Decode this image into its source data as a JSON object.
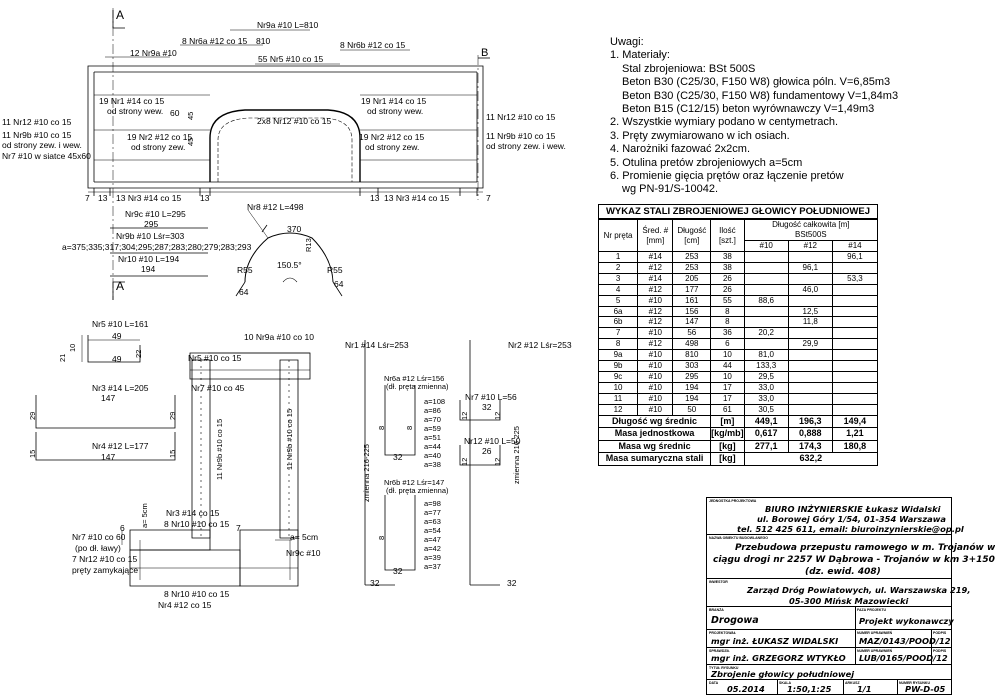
{
  "drawing": {
    "section_mark": "A",
    "labels": {
      "l12nr9a": "12 Nr9a #10",
      "l8nr6a": "8 Nr6a #12 co 15",
      "nr9a_len": "Nr9a #10 L=810",
      "n810": "810",
      "l55nr5": "55 Nr5 #10 co 15",
      "l8nr6b": "8 Nr6b #12 co 15",
      "b_mark": "B",
      "left_19nr1": "19 Nr1 #14 co 15",
      "left_19nr1_sub": "od strony wew.",
      "left_19nr2": "19 Nr2 #12 co 15",
      "left_19nr2_sub": "od strony zew.",
      "n60": "60",
      "n45a": "45",
      "n45b": "45",
      "center_2x8": "2x8 Nr12 #10 co 15",
      "right_19nr1": "19 Nr1 #14 co 15",
      "right_19nr1_sub": "od strony wew.",
      "right_19nr2": "19 Nr2 #12 co 15",
      "right_19nr2_sub": "od strony zew.",
      "l11nr12": "11 Nr12 #10 co 15",
      "l11nr9b": "11 Nr9b #10 co 15",
      "l11nr9b_sub": "od strony zew. i wew.",
      "l7nr7": "Nr7 #10 w siatce 45x60",
      "r11nr12": "11 Nr12 #10 co 15",
      "r11nr9b": "11 Nr9b #10 co 15",
      "r11nr9b_sub": "od strony zew. i wew.",
      "n7a": "7",
      "n13a": "13",
      "l13nr3": "13 Nr3 #14 co 15",
      "n13b": "13",
      "n13c": "13",
      "r13nr3": "13 Nr3 #14 co 15",
      "n7b": "7",
      "nr9c": "Nr9c #10 L=295",
      "n295": "295",
      "nr9b": "Nr9b #10 Lśr=303",
      "a_list": "a=375;335;317;304;295;287;283;280;279;283;293",
      "nr10": "Nr10 #10 L=194",
      "n194": "194",
      "nr8": "Nr8 #12 L=498",
      "n370": "370",
      "r13": "R13",
      "r55a": "R55",
      "n150": "150.5°",
      "r55b": "R55",
      "n64a": "64",
      "n64b": "64",
      "nr5": "Nr5 #10 L=161",
      "n49a": "49",
      "n10": "10",
      "n21": "21",
      "n22": "22",
      "n49b": "49",
      "nr5co15": "Nr5 #10 co 15",
      "l10nr9a": "10 Nr9a #10 co 10",
      "nr7co45": "Nr7 #10 co 45",
      "nr3": "Nr3 #14 L=205",
      "n147a": "147",
      "n29a": "29",
      "n29b": "29",
      "nr4": "Nr4 #12 L=177",
      "n147b": "147",
      "n15a": "15",
      "n15b": "15",
      "v11nr9b_a": "11 Nr9b #10 co 15",
      "v11nr9b_b": "11 Nr9b #10 co 15",
      "nr1": "Nr1 #14 Lśr=253",
      "nr2": "Nr2 #12 Lśr=253",
      "nr6a": "Nr6a #12 Lśr=156",
      "nr6a_sub": "(dł. pręta zmienna)",
      "nr6b": "Nr6b #12 Lśr=147",
      "nr6b_sub": "(dł. pręta zmienna)",
      "a108": "a=108",
      "a86": "a=86",
      "a70": "a=70",
      "a59": "a=59",
      "a51": "a=51",
      "a44": "a=44",
      "a40": "a=40",
      "a38": "a=38",
      "a98": "a=98",
      "a77": "a=77",
      "a63": "a=63",
      "a54": "a=54",
      "a47": "a=47",
      "a42": "a=42",
      "a39": "a=39",
      "a37": "a=37",
      "n8a": "8",
      "n8b": "8",
      "n8c": "8",
      "n32a": "32",
      "n32b": "32",
      "n32c": "32",
      "zm1": "zmienna 216-225",
      "zm2": "zmienna 216-225",
      "nr7l56": "Nr7 #10 L=56",
      "n32d": "32",
      "n12a": "12",
      "n12b": "12",
      "nr12l50": "Nr12 #10 L=50",
      "n26": "26",
      "n12c": "12",
      "n12d": "12",
      "n32e": "32",
      "nr7co60": "Nr7 #10 co 60",
      "podl": "(po dł. ławy)",
      "l7nr12": "7 Nr12 #10 co 15",
      "prety": "pręty zamykające",
      "n6": "6",
      "a5cm": "a= 5cm",
      "l3nr3": "Nr3 #14 co 15",
      "l8nr10": "8 Nr10 #10 co 15",
      "n7c": "7",
      "a5cm2": "a= 5cm",
      "nr9c10": "Nr9c #10",
      "b8nr10": "8 Nr10 #10 co 15",
      "bnr4": "Nr4 #12 co 15"
    }
  },
  "notes": {
    "title": "Uwagi:",
    "items": [
      "1. Materiały:",
      "Stal zbrojeniowa: BSt 500S",
      "Beton B30 (C25/30, F150 W8) głowica póln. V=6,85m3",
      "Beton B30 (C25/30, F150 W8) fundamentowy V=1,84m3",
      "Beton B15 (C12/15) beton wyrównawczy V=1,49m3",
      "2. Wszystkie wymiary podano w centymetrach.",
      "3. Pręty zwymiarowano w ich osiach.",
      "4. Narożniki fazować 2x2cm.",
      "5. Otulina pretów zbrojeniowych a=5cm",
      "6. Promienie gięcia prętów oraz łączenie pretów",
      "wg PN-91/S-10042."
    ]
  },
  "steel": {
    "title": "WYKAZ STALI ZBROJENIOWEJ GŁOWICY POŁUDNIOWEJ",
    "h_nr": "Nr pręta",
    "h_sred": "Śred. # [mm]",
    "h_dl": "Długość [cm]",
    "h_il": "Ilość [szt.]",
    "h_total": "Długość całkowita [m]",
    "h_grade": "BSt500S",
    "h_d10": "#10",
    "h_d12": "#12",
    "h_d14": "#14",
    "rows": [
      [
        "1",
        "#14",
        "253",
        "38",
        "",
        "",
        "96,1"
      ],
      [
        "2",
        "#12",
        "253",
        "38",
        "",
        "96,1",
        ""
      ],
      [
        "3",
        "#14",
        "205",
        "26",
        "",
        "",
        "53,3"
      ],
      [
        "4",
        "#12",
        "177",
        "26",
        "",
        "46,0",
        ""
      ],
      [
        "5",
        "#10",
        "161",
        "55",
        "88,6",
        "",
        ""
      ],
      [
        "6a",
        "#12",
        "156",
        "8",
        "",
        "12,5",
        ""
      ],
      [
        "6b",
        "#12",
        "147",
        "8",
        "",
        "11,8",
        ""
      ],
      [
        "7",
        "#10",
        "56",
        "36",
        "20,2",
        "",
        ""
      ],
      [
        "8",
        "#12",
        "498",
        "6",
        "",
        "29,9",
        ""
      ],
      [
        "9a",
        "#10",
        "810",
        "10",
        "81,0",
        "",
        ""
      ],
      [
        "9b",
        "#10",
        "303",
        "44",
        "133,3",
        "",
        ""
      ],
      [
        "9c",
        "#10",
        "295",
        "10",
        "29,5",
        "",
        ""
      ],
      [
        "10",
        "#10",
        "194",
        "17",
        "33,0",
        "",
        ""
      ],
      [
        "11",
        "#10",
        "194",
        "17",
        "33,0",
        "",
        ""
      ],
      [
        "12",
        "#10",
        "50",
        "61",
        "30,5",
        "",
        ""
      ]
    ],
    "sum_len_label": "Długość wg średnic",
    "sum_len_unit": "[m]",
    "sum_len": [
      "449,1",
      "196,3",
      "149,4"
    ],
    "unit_mass_label": "Masa jednostkowa",
    "unit_mass_unit": "[kg/mb]",
    "unit_mass": [
      "0,617",
      "0,888",
      "1,21"
    ],
    "mass_label": "Masa wg średnic",
    "mass_unit": "[kg]",
    "mass": [
      "277,1",
      "174,3",
      "180,8"
    ],
    "total_label": "Masa sumaryczna stali",
    "total_unit": "[kg]",
    "total": "632,2"
  },
  "titleblock": {
    "lbl_unit": "JEDNOSTKA PROJEKTOWA",
    "company": "BIURO INŻYNIERSKIE Łukasz Widalski",
    "address": "ul. Borowej Góry 1/54, 01-354 Warszawa",
    "contact": "tel. 512 425 611, email: biuroinzynierskie@op.pl",
    "lbl_task": "NAZWA OBIEKTU BUDOWLANEGO",
    "task1": "Przebudowa przepustu ramowego w m. Trojanów w",
    "task2": "ciągu drogi nr 2257 W Dąbrowa - Trojanów w km 3+150",
    "task3": "(dz. ewid. 408)",
    "lbl_investor": "INWESTOR",
    "investor1": "Zarząd Dróg Powiatowych, ul. Warszawska 219,",
    "investor2": "05-300 Mińsk Mazowiecki",
    "lbl_branch": "BRANŻA",
    "branch": "Drogowa",
    "lbl_phase": "FAZA PROJEKTU",
    "phase": "Projekt wykonawczy",
    "lbl_designer": "PROJEKTOWAŁ",
    "designer": "mgr inż. ŁUKASZ WIDALSKI",
    "lbl_perm1": "NUMER UPRAWNIEŃ",
    "perm1": "MAZ/0143/POOD/12",
    "lbl_sign": "PODPIS",
    "lbl_checker": "SPRAWDZIŁ",
    "checker": "mgr inż. GRZEGORZ WTYKŁO",
    "lbl_perm2": "NUMER UPRAWNIEŃ",
    "perm2": "LUB/0165/POOD/12",
    "lbl_sign2": "PODPIS",
    "lbl_title": "TYTUŁ RYSUNKU",
    "title": "Zbrojenie głowicy południowej",
    "lbl_date": "DATA",
    "date": "05.2014",
    "lbl_scale": "SKALA",
    "scale": "1:50,1:25",
    "lbl_sheets": "ARKUSZ",
    "sheets": "1/1",
    "lbl_number": "NUMER RYSUNKU",
    "number": "PW-D-05"
  }
}
